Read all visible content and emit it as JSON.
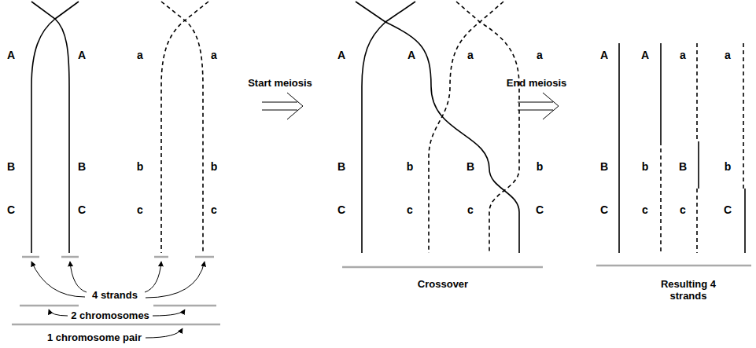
{
  "diagram": {
    "labels": [
      "A",
      "A",
      "a",
      "a",
      "B",
      "B",
      "b",
      "b",
      "C",
      "C",
      "c",
      "c",
      "4 strands",
      "2 chromosomes",
      "1 chromosome pair",
      "Start meiosis",
      "End meiosis",
      "A",
      "A",
      "a",
      "a",
      "B",
      "b",
      "B",
      "b",
      "C",
      "c",
      "c",
      "C",
      "Crossover",
      "A",
      "A",
      "a",
      "a",
      "B",
      "b",
      "B",
      "b",
      "C",
      "c",
      "c",
      "C",
      "Resulting 4 strands"
    ]
  }
}
